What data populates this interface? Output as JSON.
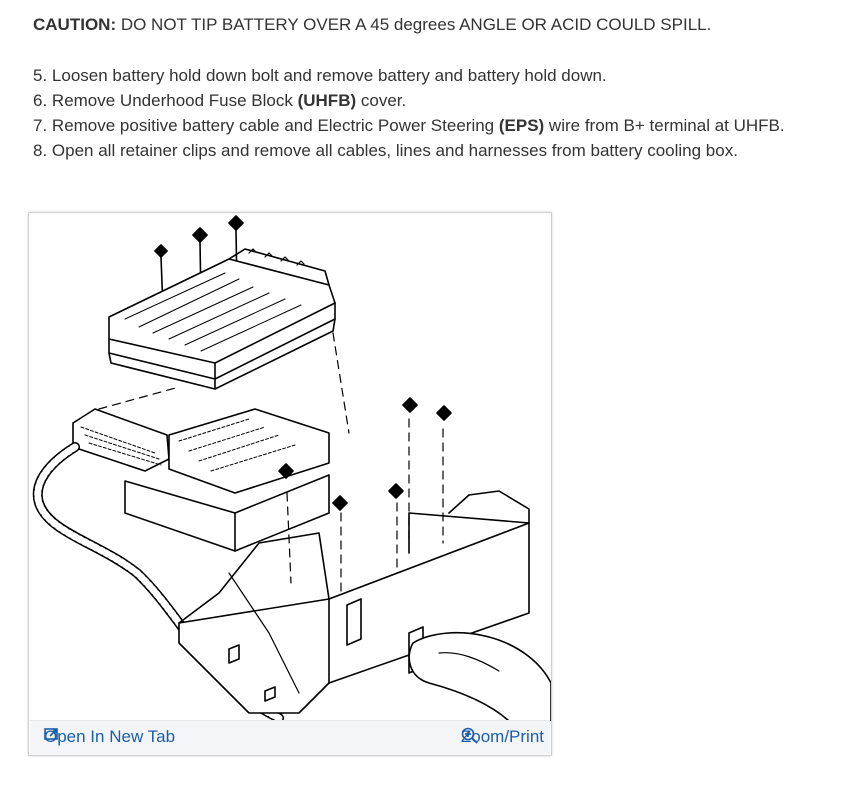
{
  "caution": {
    "label": "CAUTION:",
    "text": " DO NOT TIP BATTERY OVER A 45 degrees ANGLE OR ACID COULD SPILL."
  },
  "steps": [
    {
      "num": "5.",
      "pre": " Loosen battery hold down bolt and remove battery and battery hold down.",
      "bold": "",
      "post": ""
    },
    {
      "num": "6.",
      "pre": " Remove Underhood Fuse Block ",
      "bold": "(UHFB)",
      "post": " cover."
    },
    {
      "num": "7.",
      "pre": " Remove positive battery cable and Electric Power Steering ",
      "bold": "(EPS)",
      "post": " wire from B+ terminal at UHFB."
    },
    {
      "num": "8.",
      "pre": " Open all retainer clips and remove all cables, lines and harnesses from battery cooling box.",
      "bold": "",
      "post": ""
    }
  ],
  "figure": {
    "open_label": "Open In New Tab",
    "zoom_label": "Zoom/Print",
    "icons": {
      "open": "open-new-tab-icon",
      "zoom": "magnifier-plus-icon"
    },
    "link_color": "#1c5ea8"
  }
}
